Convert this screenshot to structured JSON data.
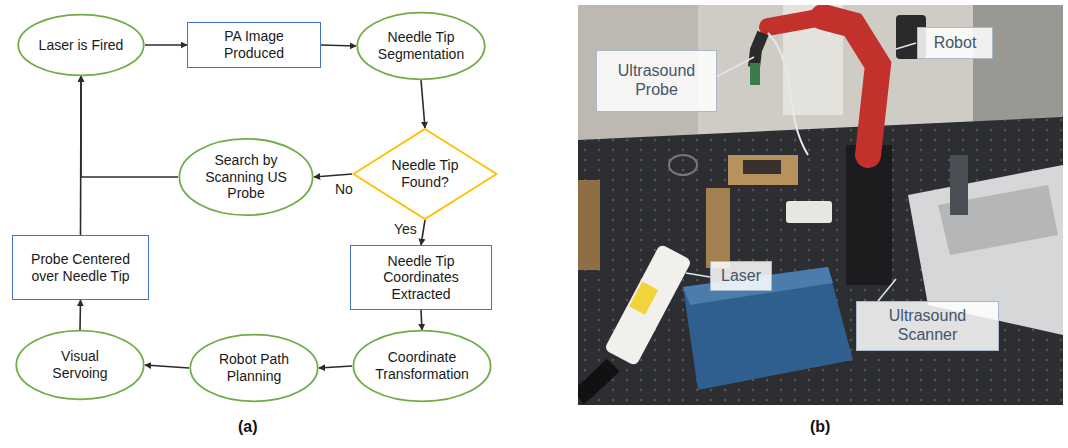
{
  "diagram": {
    "nodes": [
      {
        "text": [
          "Laser is Fired"
        ]
      },
      {
        "text": [
          "PA Image Produced"
        ]
      },
      {
        "text": [
          "Needle Tip Segmentation"
        ]
      },
      {
        "text": [
          "Needle Tip Found?"
        ]
      },
      {
        "text": [
          "Search by Scanning US Probe"
        ]
      },
      {
        "text": [
          "Needle Tip Coordinates Extracted"
        ]
      },
      {
        "text": [
          "Probe Centered over Needle Tip"
        ]
      },
      {
        "text": [
          "Visual Servoing"
        ]
      },
      {
        "text": [
          "Robot Path Planning"
        ]
      },
      {
        "text": [
          "Coordinate Transformation"
        ]
      },
      {
        "text": [
          "Ultrasound Probe"
        ]
      },
      {
        "text": [
          "Robot"
        ]
      },
      {
        "text": [
          "Laser"
        ]
      },
      {
        "text": [
          "Ultrasound Scanner"
        ]
      }
    ],
    "edges": [
      {
        "from": 0,
        "to": 1,
        "arrow": "to"
      },
      {
        "from": 1,
        "to": 2,
        "arrow": "to"
      },
      {
        "from": 2,
        "to": 3,
        "arrow": "to"
      },
      {
        "from": 3,
        "to": 4,
        "label": "No",
        "arrow": "to"
      },
      {
        "from": 3,
        "to": 5,
        "label": "Yes",
        "arrow": "to"
      },
      {
        "from": 5,
        "to": 9,
        "arrow": "to"
      },
      {
        "from": 9,
        "to": 8,
        "arrow": "to"
      },
      {
        "from": 8,
        "to": 7,
        "arrow": "to"
      },
      {
        "from": 7,
        "to": 6,
        "arrow": "to"
      },
      {
        "from": 4,
        "to": 0,
        "arrow": "to"
      },
      {
        "from": 6,
        "to": 0,
        "arrow": "to"
      }
    ],
    "labels": [
      "(a)",
      "(b)"
    ]
  }
}
